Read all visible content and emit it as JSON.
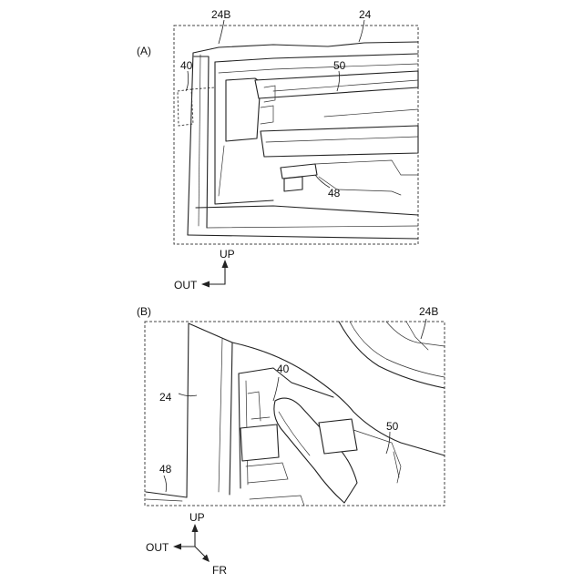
{
  "panels": {
    "a": {
      "panel_label": "(A)",
      "refs": {
        "ref_24b": "24B",
        "ref_24": "24",
        "ref_40": "40",
        "ref_50": "50",
        "ref_48": "48"
      },
      "axes": {
        "up": "UP",
        "out": "OUT"
      }
    },
    "b": {
      "panel_label": "(B)",
      "refs": {
        "ref_24b": "24B",
        "ref_24": "24",
        "ref_40": "40",
        "ref_50": "50",
        "ref_48": "48"
      },
      "axes": {
        "up": "UP",
        "out": "OUT",
        "fr": "FR"
      }
    }
  }
}
